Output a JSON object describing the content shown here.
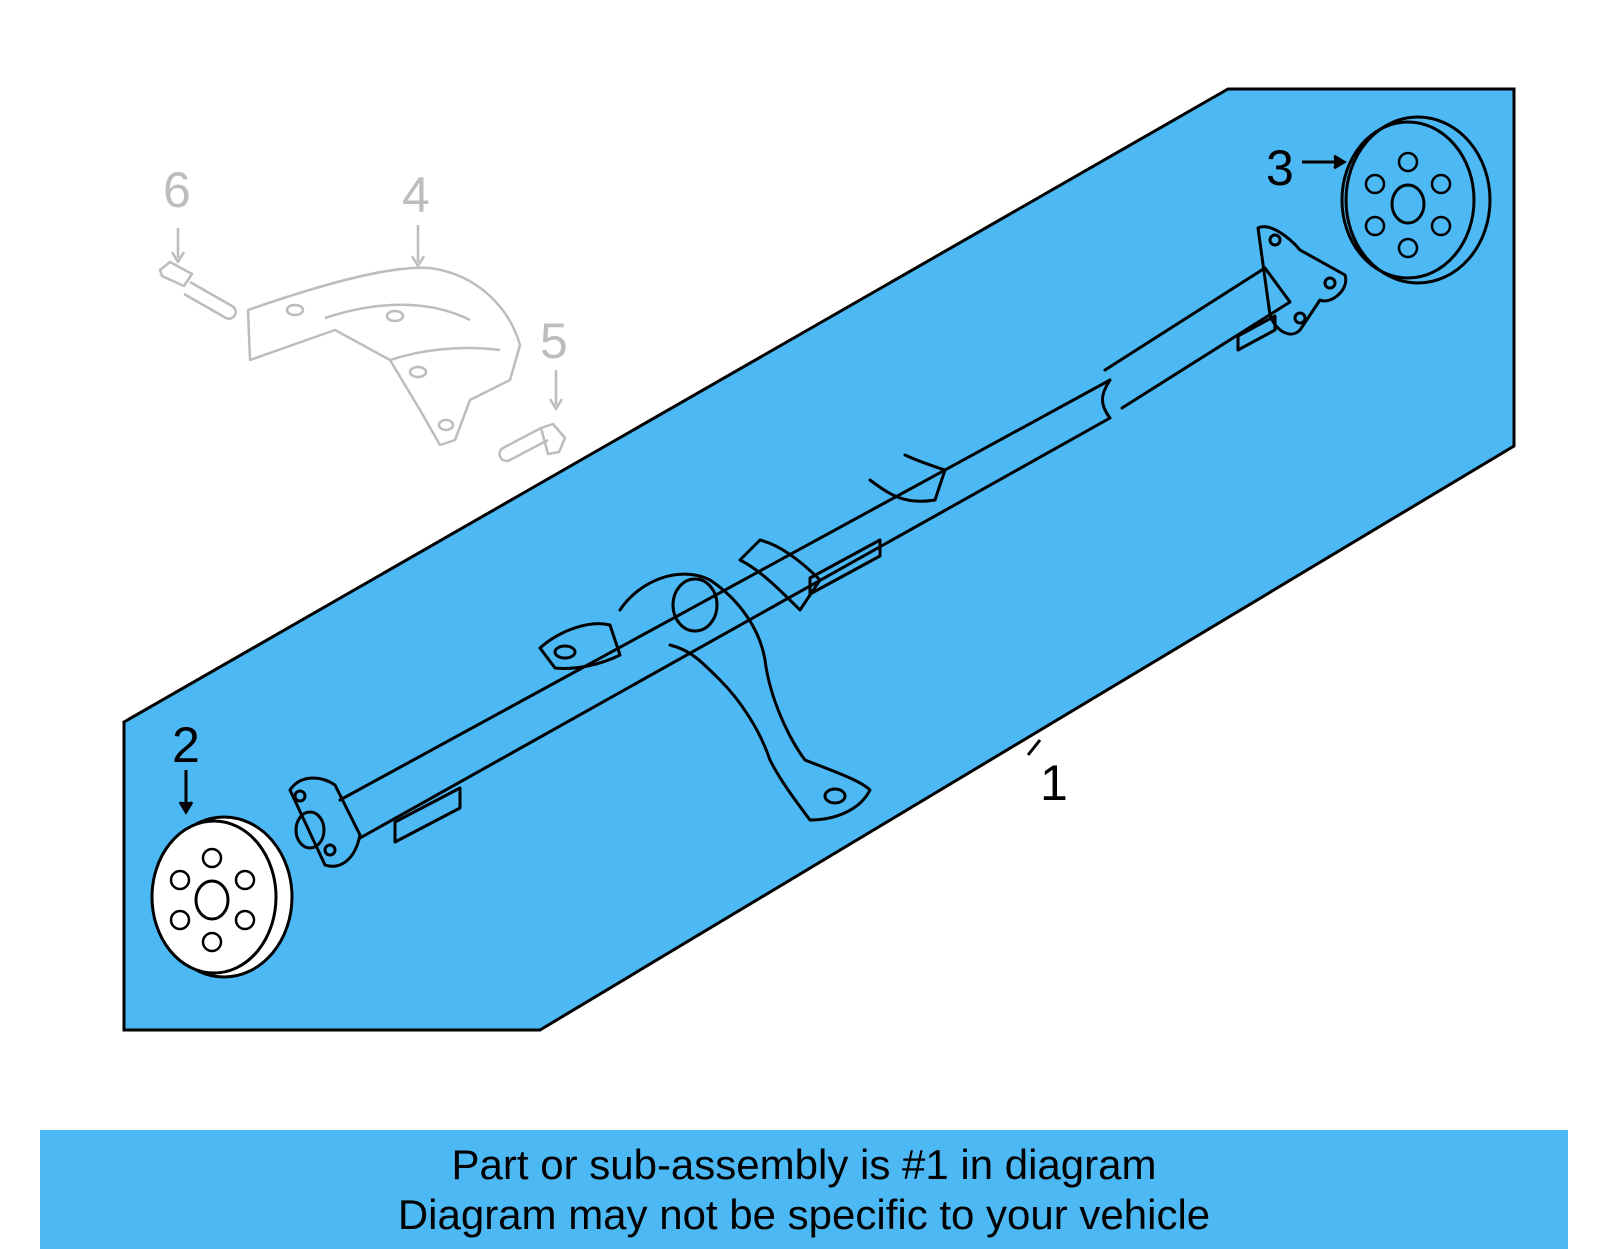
{
  "colors": {
    "highlight": "#4cb8f4",
    "outline": "#000000",
    "ghost": "#bdbdbd"
  },
  "callouts": {
    "c1": "1",
    "c2": "2",
    "c3": "3",
    "c4": "4",
    "c5": "5",
    "c6": "6"
  },
  "caption": {
    "line1": "Part or sub-assembly is #1 in diagram",
    "line2": "Diagram may not be specific to your vehicle"
  }
}
